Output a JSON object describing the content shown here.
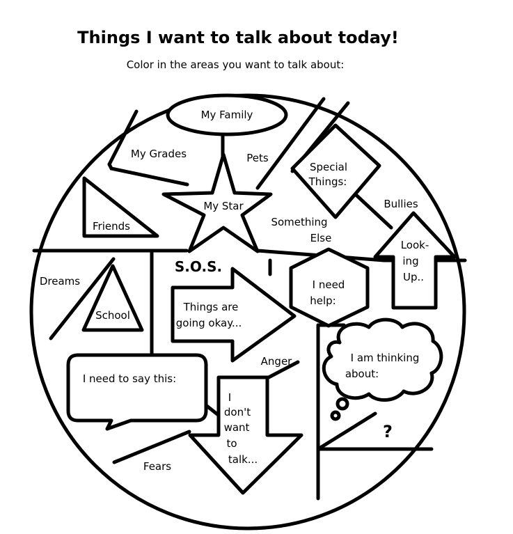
{
  "title": "Things I want to talk about today!",
  "subtitle": "Color in the areas you want to talk about:",
  "labels": {
    "my_family": "My Family",
    "my_grades": "My Grades",
    "pets": "Pets",
    "special_1": "Special",
    "special_2": "Things:",
    "bullies": "Bullies",
    "my_star": "My Star",
    "friends": "Friends",
    "something_1": "Something",
    "something_2": "Else",
    "looking_1": "Look-",
    "looking_2": "ing",
    "looking_3": "Up..",
    "dreams": "Dreams",
    "sos": "S.O.S.",
    "need_help_1": "I need",
    "need_help_2": "help:",
    "school": "School",
    "okay_1": "Things are",
    "okay_2": "going okay...",
    "anger": "Anger",
    "thinking_1": "I am thinking",
    "thinking_2": "about:",
    "need_say": "I need to say this:",
    "dont_1": "I",
    "dont_2": "don't",
    "dont_3": "want",
    "dont_4": "to",
    "dont_5": "talk...",
    "question": "?",
    "fears": "Fears"
  }
}
